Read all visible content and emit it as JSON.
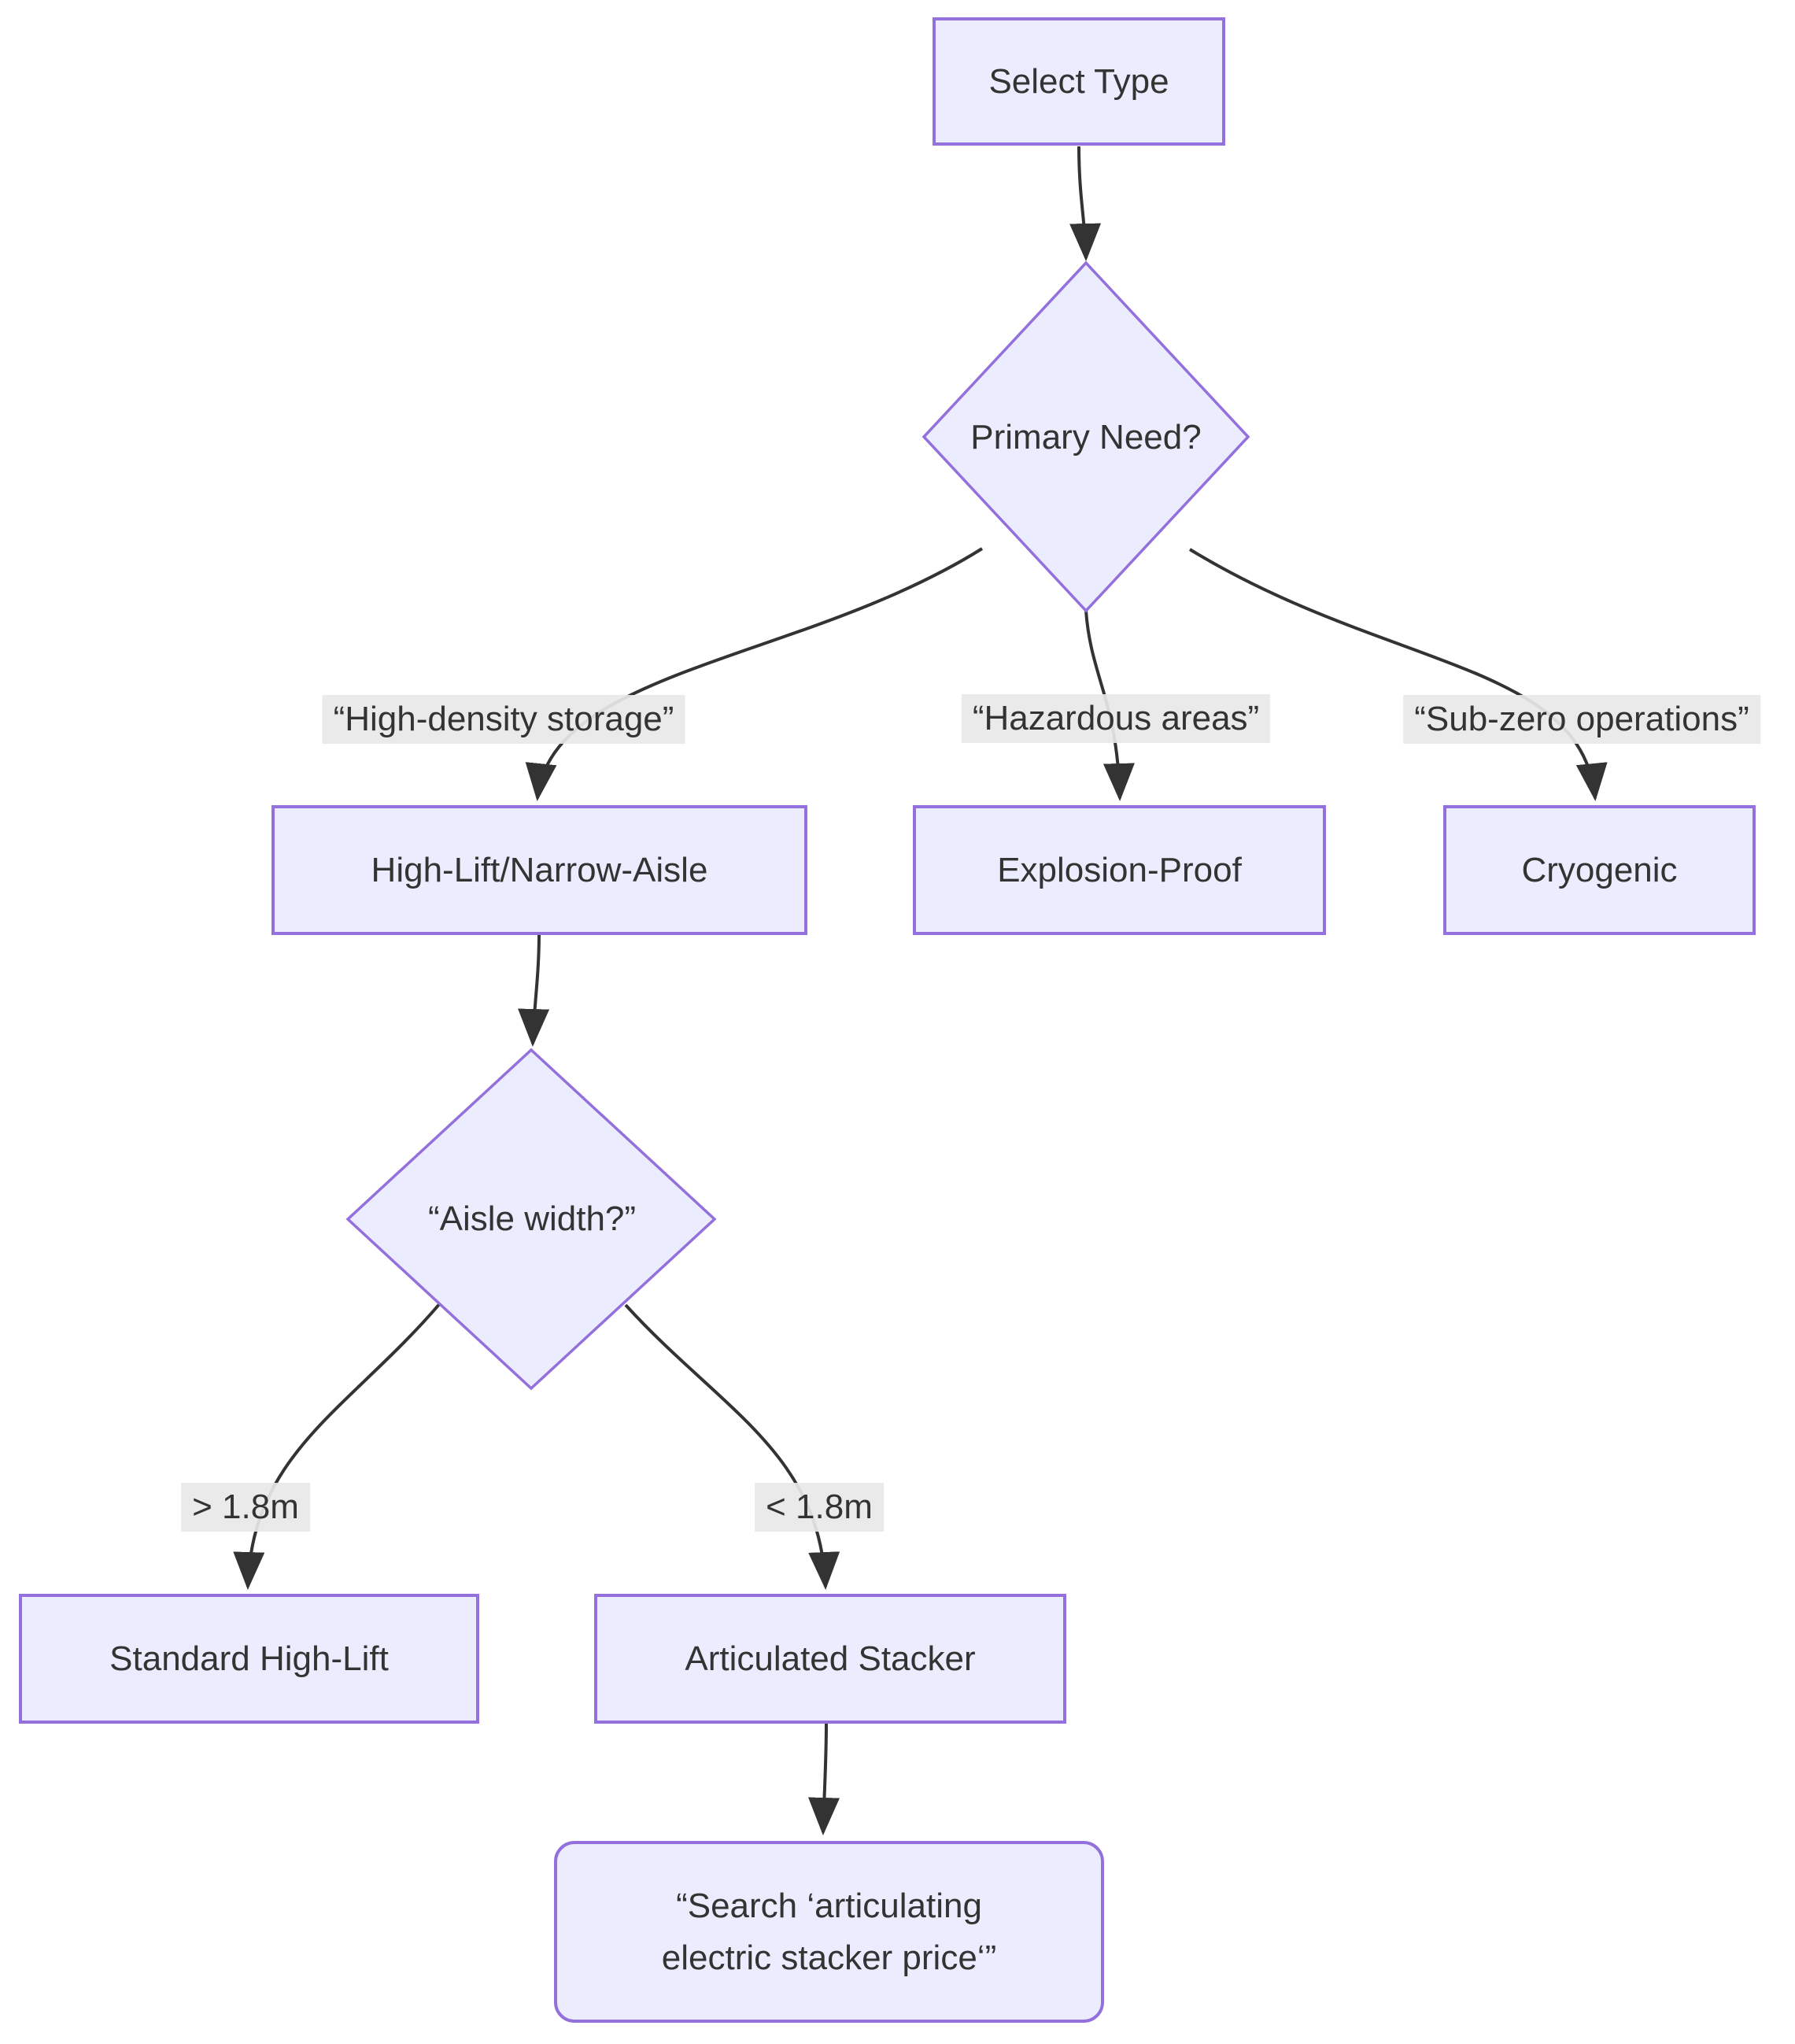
{
  "diagram": {
    "type": "flowchart",
    "direction": "top-down",
    "nodes": {
      "select_type": {
        "label": "Select Type",
        "shape": "rect"
      },
      "primary_need": {
        "label": "Primary Need?",
        "shape": "diamond"
      },
      "high_lift_narrow_aisle": {
        "label": "High-Lift/Narrow-Aisle",
        "shape": "rect"
      },
      "explosion_proof": {
        "label": "Explosion-Proof",
        "shape": "rect"
      },
      "cryogenic": {
        "label": "Cryogenic",
        "shape": "rect"
      },
      "aisle_width": {
        "label": "“Aisle width?”",
        "shape": "diamond"
      },
      "standard_high_lift": {
        "label": "Standard High-Lift",
        "shape": "rect"
      },
      "articulated_stacker": {
        "label": "Articulated Stacker",
        "shape": "rect"
      },
      "search_action": {
        "label": "“Search ‘articulating\nelectric stacker price‘”",
        "shape": "rounded_rect"
      }
    },
    "edges": [
      {
        "from": "select_type",
        "to": "primary_need",
        "label": ""
      },
      {
        "from": "primary_need",
        "to": "high_lift_narrow_aisle",
        "label": "“High-density storage”"
      },
      {
        "from": "primary_need",
        "to": "explosion_proof",
        "label": "“Hazardous areas”"
      },
      {
        "from": "primary_need",
        "to": "cryogenic",
        "label": "“Sub-zero operations”"
      },
      {
        "from": "high_lift_narrow_aisle",
        "to": "aisle_width",
        "label": ""
      },
      {
        "from": "aisle_width",
        "to": "standard_high_lift",
        "label": "> 1.8m"
      },
      {
        "from": "aisle_width",
        "to": "articulated_stacker",
        "label": "< 1.8m"
      },
      {
        "from": "articulated_stacker",
        "to": "search_action",
        "label": ""
      }
    ],
    "colors": {
      "node_fill": "#ECECFF",
      "node_border": "#9370DB",
      "edge_line": "#333333",
      "edge_label_bg": "#e8e8e8",
      "text": "#333333"
    }
  }
}
